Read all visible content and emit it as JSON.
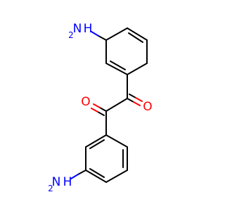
{
  "molecule": {
    "atoms": {
      "amine_top": {
        "symbol": "N",
        "hydrogens": "H",
        "h_count": "2"
      },
      "amine_bottom": {
        "symbol": "N",
        "hydrogens": "H",
        "h_count": "2"
      },
      "oxygen_left": {
        "symbol": "O"
      },
      "oxygen_right": {
        "symbol": "O"
      }
    },
    "colors": {
      "carbon_bond": "#000000",
      "oxygen": "#ff0000",
      "nitrogen": "#0000ff",
      "background": "#ffffff"
    }
  }
}
